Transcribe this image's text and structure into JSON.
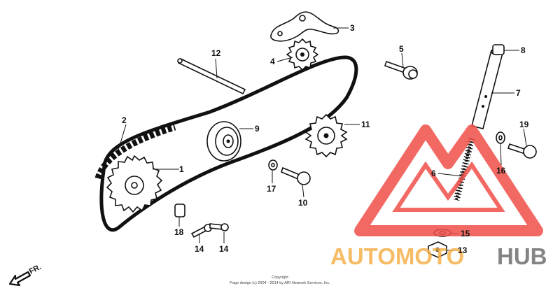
{
  "callouts": {
    "c1": "1",
    "c2": "2",
    "c3": "3",
    "c4": "4",
    "c5": "5",
    "c6": "6",
    "c7": "7",
    "c8": "8",
    "c9": "9",
    "c10": "10",
    "c11": "11",
    "c12": "12",
    "c13": "13",
    "c14a": "14",
    "c14b": "14",
    "c15": "15",
    "c16": "16",
    "c17": "17",
    "c18": "18",
    "c19": "19"
  },
  "direction": {
    "label": "FR."
  },
  "footer": {
    "line1": "Copyright",
    "line2": "Page design (c) 2004 - 2014 by ARI Network Services, Inc."
  },
  "watermark": {
    "part1": "AUTOMOTO",
    "part2": "HUB",
    "colors": {
      "red": "#f0504a",
      "orange": "#f5b14b",
      "gray": "#6f6f6f"
    }
  }
}
